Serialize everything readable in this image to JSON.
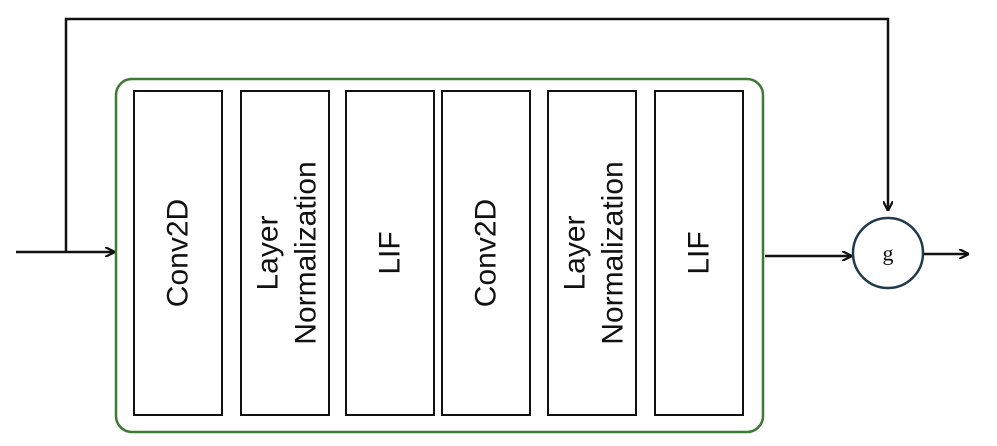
{
  "diagram": {
    "layers": [
      {
        "lines": [
          "Conv2D"
        ]
      },
      {
        "lines": [
          "Layer",
          "Normalization"
        ]
      },
      {
        "lines": [
          "LIF"
        ]
      },
      {
        "lines": [
          "Conv2D"
        ]
      },
      {
        "lines": [
          "Layer",
          "Normalization"
        ]
      },
      {
        "lines": [
          "LIF"
        ]
      }
    ],
    "gate_label": "g",
    "colors": {
      "block_border": "#3d7a35",
      "stroke": "#111111",
      "gate_border": "#1f3a4d"
    }
  }
}
